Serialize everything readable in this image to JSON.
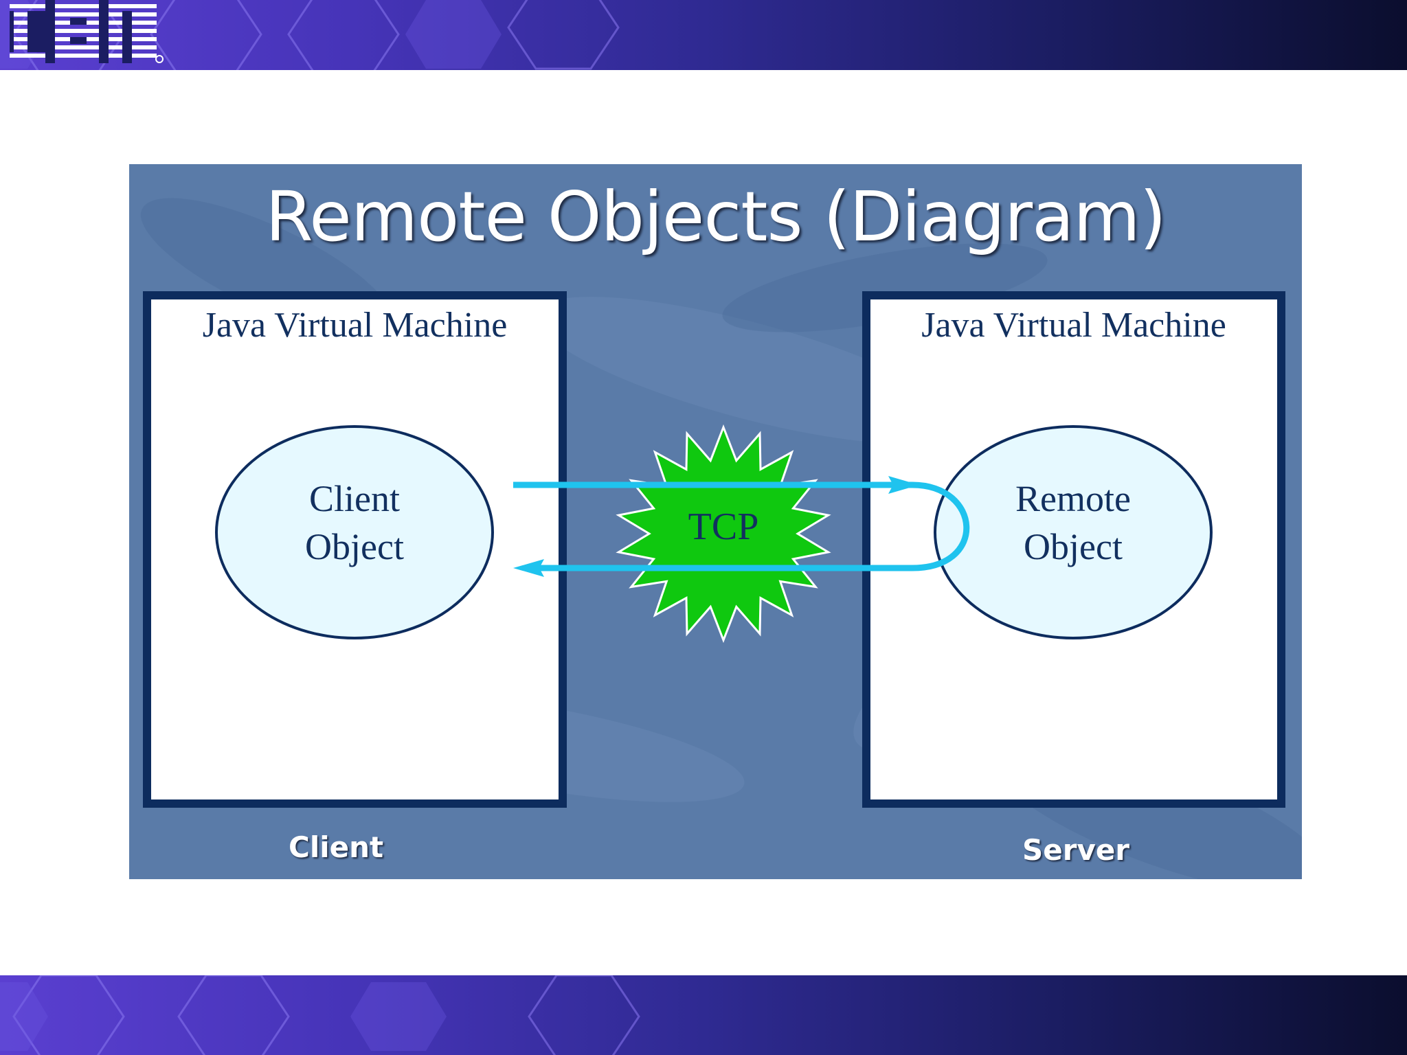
{
  "header": {
    "logo_text": "IBM"
  },
  "slide": {
    "title": "Remote Objects (Diagram)",
    "left_box": {
      "title": "Java Virtual Machine",
      "object_label": [
        "Client",
        "Object"
      ],
      "caption": "Client"
    },
    "right_box": {
      "title": "Java Virtual Machine",
      "object_label": [
        "Remote",
        "Object"
      ],
      "caption": "Server"
    },
    "connector_label": "TCP"
  },
  "colors": {
    "slide_background": "#5a7ba8",
    "box_border": "#0d2c5e",
    "ellipse_fill": "#e6f9ff",
    "arrow": "#1fc3ee",
    "burst_fill": "#0fc80f",
    "band_start": "#5a3fd0",
    "band_end": "#0b0e2e"
  }
}
